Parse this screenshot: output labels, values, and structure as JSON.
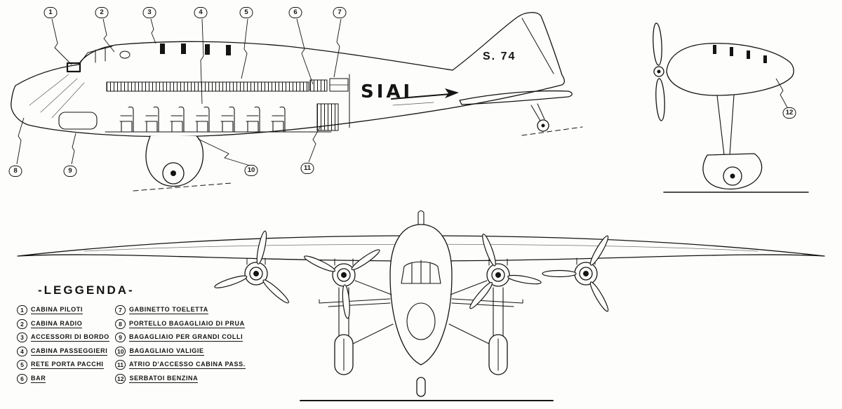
{
  "diagram": {
    "brand": "SIAI",
    "model": "S. 74"
  },
  "legend": {
    "title": "-Leggenda-",
    "items": [
      {
        "num": "1",
        "label": "Cabina Piloti"
      },
      {
        "num": "2",
        "label": "Cabina Radio"
      },
      {
        "num": "3",
        "label": "Accessori di Bordo"
      },
      {
        "num": "4",
        "label": "Cabina Passeggieri"
      },
      {
        "num": "5",
        "label": "Rete Porta Pacchi"
      },
      {
        "num": "6",
        "label": "Bar"
      },
      {
        "num": "7",
        "label": "Gabinetto Toeletta"
      },
      {
        "num": "8",
        "label": "Portello Bagagliaio di Prua"
      },
      {
        "num": "9",
        "label": "Bagagliaio per Grandi Colli"
      },
      {
        "num": "10",
        "label": "Bagagliaio Valigie"
      },
      {
        "num": "11",
        "label": "Atrio d'Accesso Cabina Pass."
      },
      {
        "num": "12",
        "label": "Serbatoi Benzina"
      }
    ]
  }
}
